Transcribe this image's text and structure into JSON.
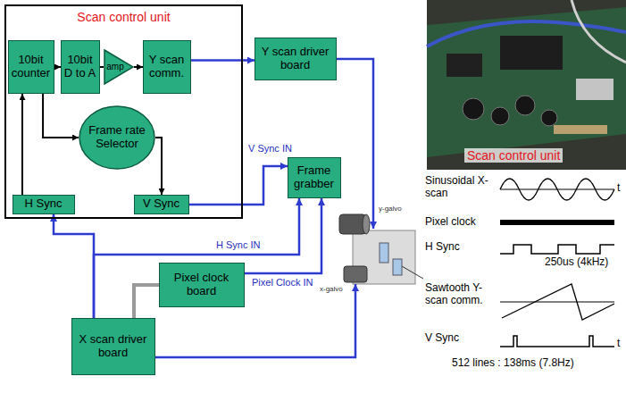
{
  "diagram": {
    "nodes": [
      {
        "text": [
          "Scan control unit"
        ]
      },
      {
        "text": [
          "10bit counter"
        ],
        "in": 0
      },
      {
        "text": [
          "10bit D to A"
        ],
        "in": 0
      },
      {
        "text": [
          "amp"
        ],
        "in": 0
      },
      {
        "text": [
          "Y scan comm."
        ],
        "in": 0
      },
      {
        "text": [
          "Frame rate Selector"
        ],
        "in": 0
      },
      {
        "text": [
          "H Sync"
        ],
        "in": 0
      },
      {
        "text": [
          "V Sync"
        ],
        "in": 0
      },
      {
        "text": [
          "Y scan driver board"
        ]
      },
      {
        "text": [
          "Frame grabber"
        ]
      },
      {
        "text": [
          "Pixel clock board"
        ]
      },
      {
        "text": [
          "X scan driver board"
        ]
      }
    ],
    "edges": [
      {
        "from": 1,
        "to": 2,
        "arrow": "to"
      },
      {
        "from": 2,
        "to": 3,
        "arrow": "none"
      },
      {
        "from": 3,
        "to": 4,
        "arrow": "to"
      },
      {
        "from": 1,
        "to": 5,
        "arrow": "to"
      },
      {
        "from": 5,
        "to": 7,
        "arrow": "to"
      },
      {
        "from": 6,
        "to": 1,
        "arrow": "to"
      },
      {
        "from": 4,
        "to": 8,
        "arrow": "to"
      },
      {
        "from": 7,
        "to": 9,
        "label": "V Sync IN",
        "arrow": "to"
      },
      {
        "from": 11,
        "to": 6,
        "arrow": "to"
      },
      {
        "from": 11,
        "to": 9,
        "label": "H Sync IN",
        "arrow": "to"
      },
      {
        "from": 10,
        "to": 9,
        "label": "Pixel Clock IN",
        "arrow": "to"
      },
      {
        "from": 11,
        "to": 10,
        "arrow": "none"
      }
    ],
    "labels": [
      "Scan control unit",
      "Sinusoidal X-scan",
      "t",
      "Pixel clock",
      "H Sync",
      "250us (4kHz)",
      "Sawtooth Y-scan comm.",
      "V Sync",
      "t",
      "512 lines : 138ms (7.8Hz)",
      "y-galvo",
      "x-galvo"
    ]
  }
}
